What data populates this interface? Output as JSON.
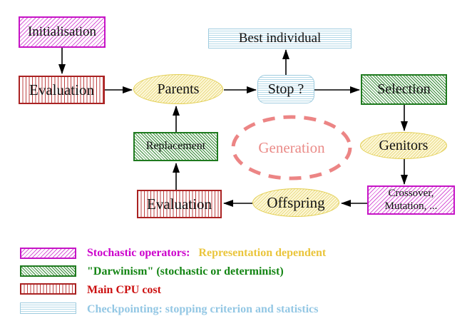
{
  "nodes": {
    "initialisation": "Initialisation",
    "evaluation_top": "Evaluation",
    "parents": "Parents",
    "best_individual": "Best individual",
    "stop": "Stop ?",
    "selection": "Selection",
    "replacement": "Replacement",
    "generation": "Generation",
    "genitors": "Genitors",
    "evaluation_bottom": "Evaluation",
    "offspring": "Offspring",
    "variation_line1": "Crossover,",
    "variation_line2": "Mutation, ..."
  },
  "legend": {
    "stochastic_label": "Stochastic operators:",
    "stochastic_note": "Representation dependent",
    "darwinism_label": "\"Darwinism\" (stochastic or determinist)",
    "cpu_label": "Main CPU cost",
    "checkpointing_label": "Checkpointing: stopping criterion and statistics"
  },
  "colors": {
    "magenta": "#cc00cc",
    "red": "#aa2222",
    "green": "#1f7a1f",
    "cyan": "#9fccdf",
    "yellow": "#e3cf52",
    "salmon": "#ec8585",
    "gold_text": "#eac53c",
    "arrow": "#000000"
  }
}
